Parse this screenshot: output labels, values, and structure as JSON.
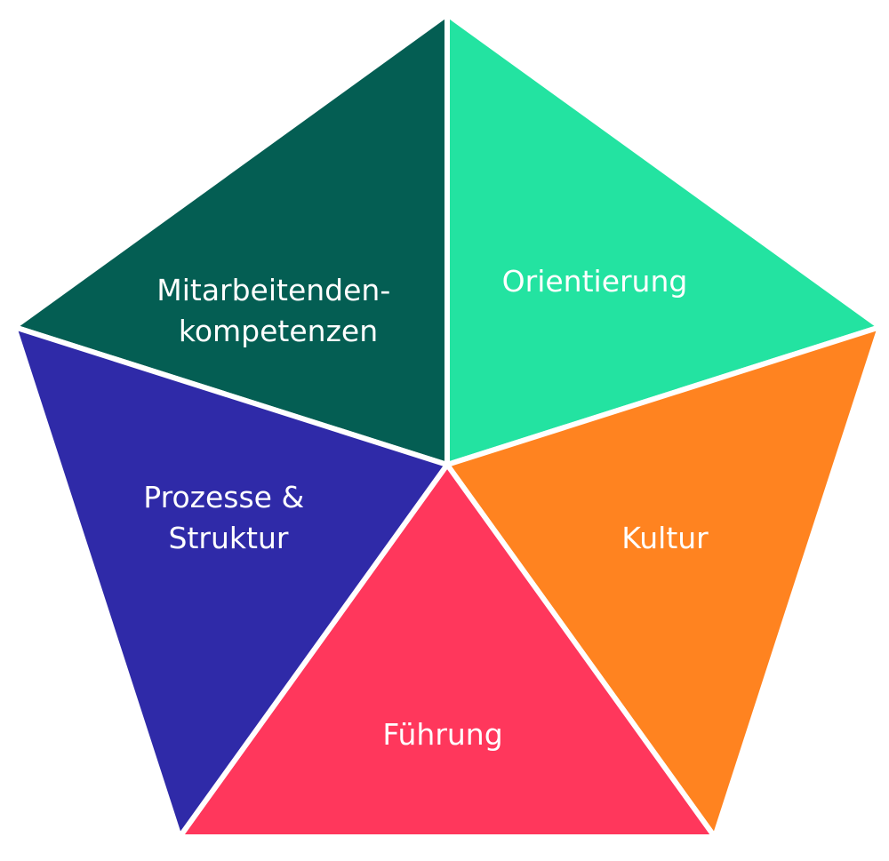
{
  "segments": {
    "mitarbeitendenkompetenzen": {
      "label_lines": [
        "Mitarbeitenden-",
        "kompetenzen"
      ],
      "color": "#045E53"
    },
    "orientierung": {
      "label_lines": [
        "Orientierung"
      ],
      "color": "#23E3A1"
    },
    "kultur": {
      "label_lines": [
        "Kultur"
      ],
      "color": "#FF8320"
    },
    "fuehrung": {
      "label_lines": [
        "Führung"
      ],
      "color": "#FF375C"
    },
    "prozesse_struktur": {
      "label_lines": [
        "Prozesse &",
        "Struktur"
      ],
      "color": "#2F2AA8"
    }
  }
}
